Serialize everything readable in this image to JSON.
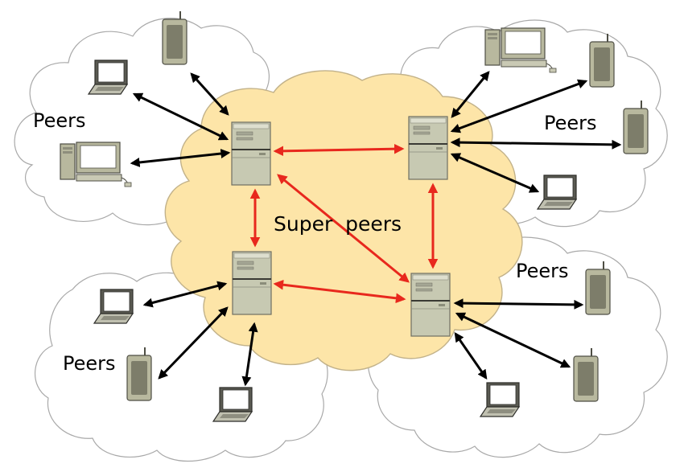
{
  "labels": {
    "peers_left_top": "Peers",
    "peers_right_top": "Peers",
    "peers_left_bottom": "Peers",
    "peers_right_bottom": "Peers",
    "super_peers": "Super  peers"
  },
  "colors": {
    "super_cloud_fill": "#fde5a8",
    "super_cloud_stroke": "#c2b28a",
    "peer_cloud_fill": "#ffffff",
    "peer_cloud_stroke": "#a9a9a9",
    "super_link": "#e8281d",
    "peer_link": "#000000",
    "server_body": "#c7c9b2",
    "device_body": "#b8b89e"
  },
  "icons": {
    "super_peer": "server-tower-icon",
    "laptop": "laptop-icon",
    "desktop": "desktop-computer-icon",
    "mobile": "mobile-phone-icon"
  }
}
